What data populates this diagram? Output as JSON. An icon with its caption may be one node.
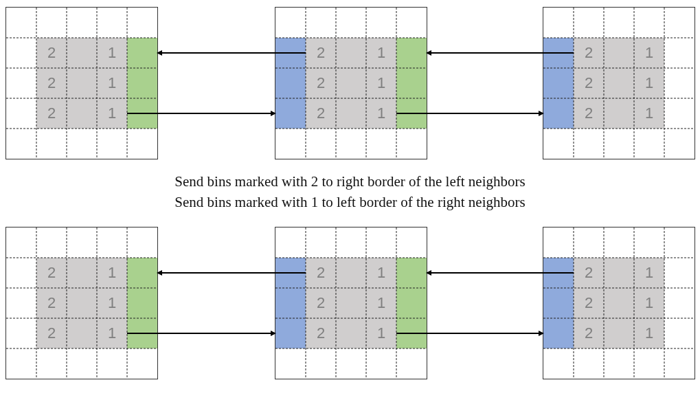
{
  "diagram": {
    "nodes": [
      {
        "text": [],
        "shape": "box"
      },
      {
        "text": [
          "2"
        ],
        "in": 0
      },
      {
        "text": [
          "1"
        ],
        "in": 0
      },
      {
        "text": [
          "2"
        ],
        "in": 0
      },
      {
        "text": [
          "1"
        ],
        "in": 0
      },
      {
        "text": [
          "2"
        ],
        "in": 0
      },
      {
        "text": [
          "1"
        ],
        "in": 0
      },
      {
        "text": [],
        "shape": "box",
        "in": 0
      },
      {
        "text": [],
        "shape": "box"
      },
      {
        "text": [],
        "shape": "box",
        "in": 8
      },
      {
        "text": [
          "2"
        ],
        "in": 8
      },
      {
        "text": [
          "1"
        ],
        "in": 8
      },
      {
        "text": [
          "2"
        ],
        "in": 8
      },
      {
        "text": [
          "1"
        ],
        "in": 8
      },
      {
        "text": [
          "2"
        ],
        "in": 8
      },
      {
        "text": [
          "1"
        ],
        "in": 8
      },
      {
        "text": [],
        "shape": "box",
        "in": 8
      },
      {
        "text": [],
        "shape": "box"
      },
      {
        "text": [],
        "shape": "box",
        "in": 17
      },
      {
        "text": [
          "2"
        ],
        "in": 17
      },
      {
        "text": [
          "1"
        ],
        "in": 17
      },
      {
        "text": [
          "2"
        ],
        "in": 17
      },
      {
        "text": [
          "1"
        ],
        "in": 17
      },
      {
        "text": [
          "2"
        ],
        "in": 17
      },
      {
        "text": [
          "1"
        ],
        "in": 17
      },
      {
        "text": [],
        "shape": "box"
      },
      {
        "text": [
          "2"
        ],
        "in": 25
      },
      {
        "text": [
          "1"
        ],
        "in": 25
      },
      {
        "text": [
          "2"
        ],
        "in": 25
      },
      {
        "text": [
          "1"
        ],
        "in": 25
      },
      {
        "text": [
          "2"
        ],
        "in": 25
      },
      {
        "text": [
          "1"
        ],
        "in": 25
      },
      {
        "text": [],
        "shape": "box",
        "in": 25
      },
      {
        "text": [],
        "shape": "box"
      },
      {
        "text": [],
        "shape": "box",
        "in": 33
      },
      {
        "text": [
          "2"
        ],
        "in": 33
      },
      {
        "text": [
          "1"
        ],
        "in": 33
      },
      {
        "text": [
          "2"
        ],
        "in": 33
      },
      {
        "text": [
          "1"
        ],
        "in": 33
      },
      {
        "text": [
          "2"
        ],
        "in": 33
      },
      {
        "text": [
          "1"
        ],
        "in": 33
      },
      {
        "text": [],
        "shape": "box",
        "in": 33
      },
      {
        "text": [],
        "shape": "box"
      },
      {
        "text": [],
        "shape": "box",
        "in": 42
      },
      {
        "text": [
          "2"
        ],
        "in": 42
      },
      {
        "text": [
          "1"
        ],
        "in": 42
      },
      {
        "text": [
          "2"
        ],
        "in": 42
      },
      {
        "text": [
          "1"
        ],
        "in": 42
      },
      {
        "text": [
          "2"
        ],
        "in": 42
      },
      {
        "text": [
          "1"
        ],
        "in": 42
      }
    ],
    "edges": [
      {
        "from": 10,
        "to": 7,
        "arrow": "to"
      },
      {
        "from": 19,
        "to": 16,
        "arrow": "to"
      },
      {
        "from": 6,
        "to": 9,
        "arrow": "to"
      },
      {
        "from": 15,
        "to": 18,
        "arrow": "to"
      },
      {
        "from": 35,
        "to": 32,
        "arrow": "to"
      },
      {
        "from": 44,
        "to": 41,
        "arrow": "to"
      },
      {
        "from": 31,
        "to": 34,
        "arrow": "to"
      },
      {
        "from": 40,
        "to": 43,
        "arrow": "to"
      }
    ],
    "labels": [
      "Send bins marked with 2 to right border of the left neighbors",
      "Send bins marked with 1 to left border of the right neighbors"
    ]
  }
}
